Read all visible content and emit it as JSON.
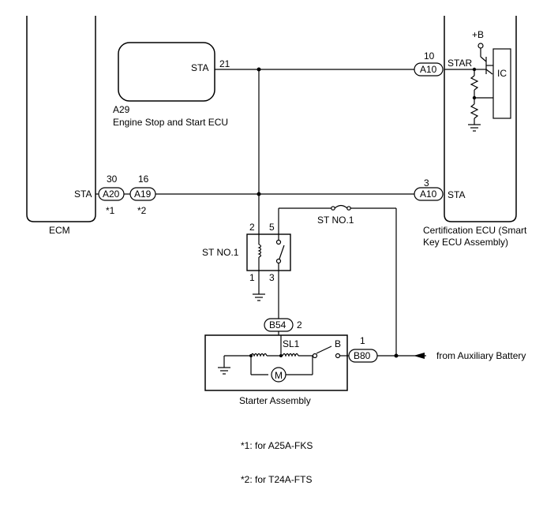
{
  "components": {
    "ecm": {
      "label": "ECM",
      "pin_name": "STA"
    },
    "engine_ecu": {
      "code": "A29",
      "name": "Engine Stop and Start ECU",
      "pin_name": "STA",
      "pin_num": "21"
    },
    "cert_ecu": {
      "line1": "Certification ECU (Smart",
      "line2": "Key ECU Assembly)",
      "pin_top_name": "STAR",
      "pin_top_num": "10",
      "pin_bot_name": "STA",
      "pin_bot_num": "3",
      "ic_label": "IC",
      "supply": "+B"
    },
    "relay": {
      "label": "ST NO.1",
      "pin_2": "2",
      "pin_5": "5",
      "pin_1": "1",
      "pin_3": "3"
    },
    "fuse": {
      "label": "ST NO.1"
    },
    "starter": {
      "label": "Starter Assembly",
      "sl1": "SL1",
      "b": "B",
      "motor": "M"
    }
  },
  "connectors": {
    "a20": {
      "code": "A20",
      "pin": "30",
      "note": "*1"
    },
    "a19": {
      "code": "A19",
      "pin": "16",
      "note": "*2"
    },
    "a10_top": {
      "code": "A10"
    },
    "a10_bot": {
      "code": "A10"
    },
    "b54": {
      "code": "B54",
      "pin": "2"
    },
    "b80": {
      "code": "B80",
      "pin": "1"
    }
  },
  "battery_label": "from Auxiliary Battery",
  "footnotes": {
    "n1": "*1: for A25A-FKS",
    "n2": "*2: for T24A-FTS"
  }
}
